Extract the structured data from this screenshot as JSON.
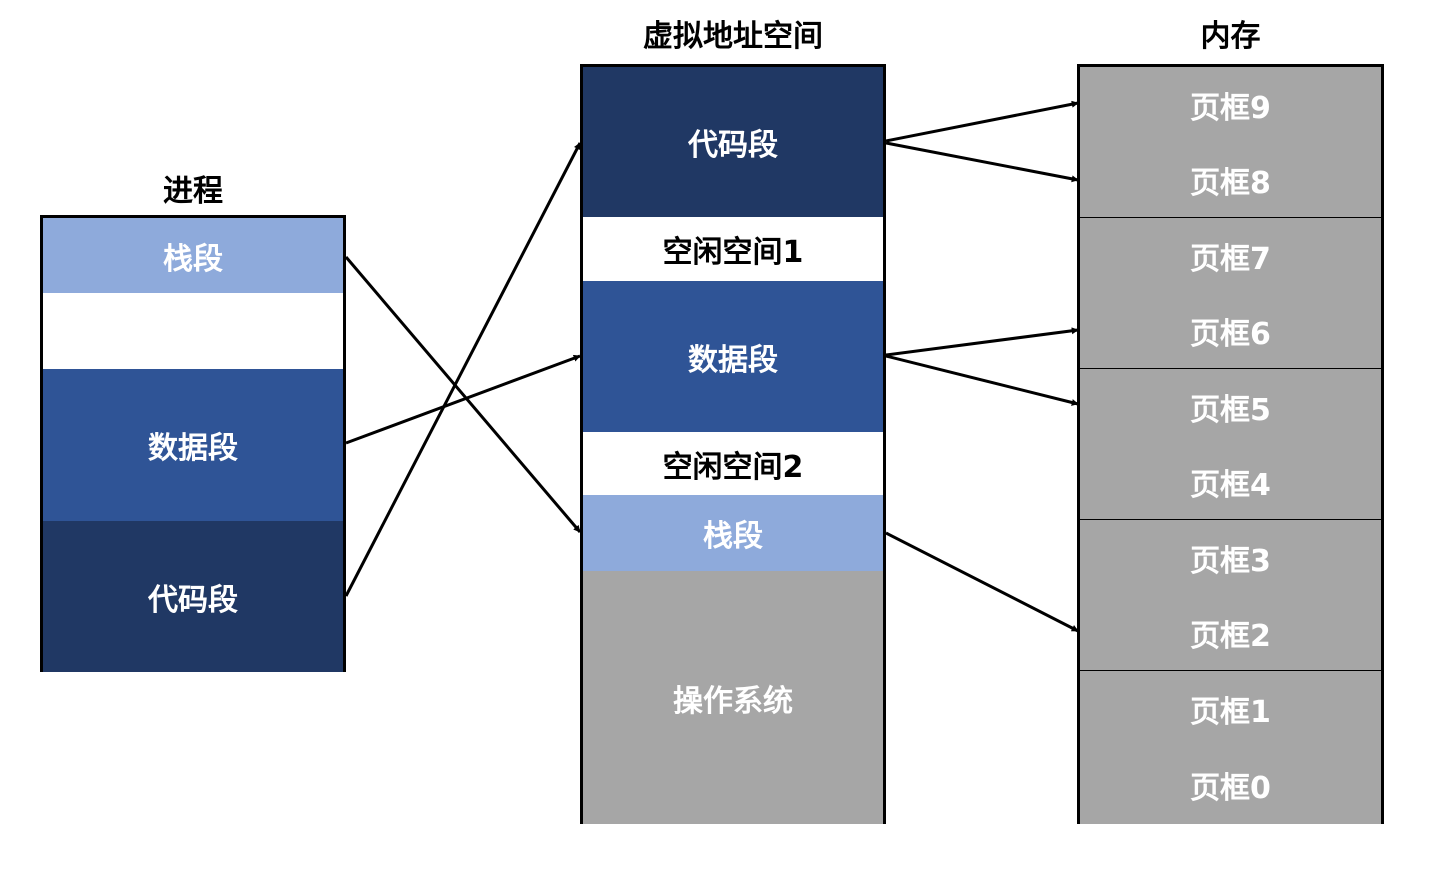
{
  "process": {
    "title": "进程",
    "segments": {
      "stack": "栈段",
      "blank": "",
      "data": "数据段",
      "code": "代码段"
    }
  },
  "virtual_space": {
    "title": "虚拟地址空间",
    "segments": {
      "code": "代码段",
      "free1": "空闲空间1",
      "data": "数据段",
      "free2": "空闲空间2",
      "stack": "栈段",
      "os": "操作系统"
    }
  },
  "memory": {
    "title": "内存",
    "frames": [
      "页框9",
      "页框8",
      "页框7",
      "页框6",
      "页框5",
      "页框4",
      "页框3",
      "页框2",
      "页框1",
      "页框0"
    ]
  },
  "colors": {
    "light_segment": "#8eaadb",
    "mid_segment": "#2f5496",
    "dark_segment": "#203864",
    "frame_gray": "#a6a6a6",
    "border": "#000000"
  }
}
